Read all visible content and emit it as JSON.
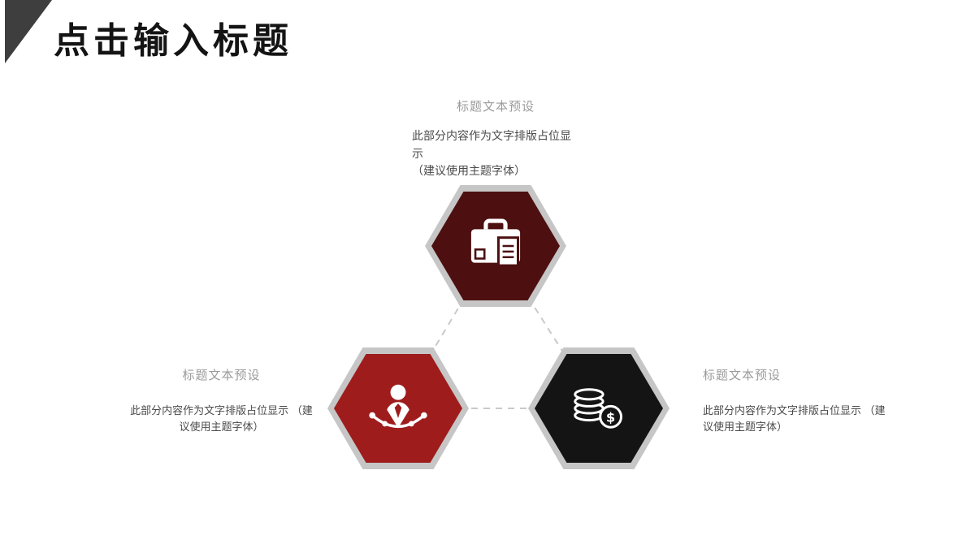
{
  "slide": {
    "title": "点击输入标题",
    "background": "#ffffff",
    "corner_triangle_color": "#3e3e3e",
    "connector_color": "#c9c9c9",
    "hex_border_color": "#c6c6c6",
    "heading_color": "#9b9b9b",
    "body_color": "#4a4a4a"
  },
  "items": [
    {
      "position": "top",
      "heading": "标题文本预设",
      "body": "此部分内容作为文字排版占位显示",
      "note": "（建议使用主题字体）",
      "icon": "briefcase-document-icon",
      "hex_color": "#4d0f10"
    },
    {
      "position": "left",
      "heading": "标题文本预设",
      "body": "此部分内容作为文字排版占位显示",
      "note": "（建议使用主题字体）",
      "icon": "person-tie-network-icon",
      "hex_color": "#9e1c1c"
    },
    {
      "position": "right",
      "heading": "标题文本预设",
      "body": "此部分内容作为文字排版占位显示",
      "note": "（建议使用主题字体）",
      "icon": "coins-dollar-icon",
      "dollar_glyph": "$",
      "hex_color": "#141414"
    }
  ]
}
